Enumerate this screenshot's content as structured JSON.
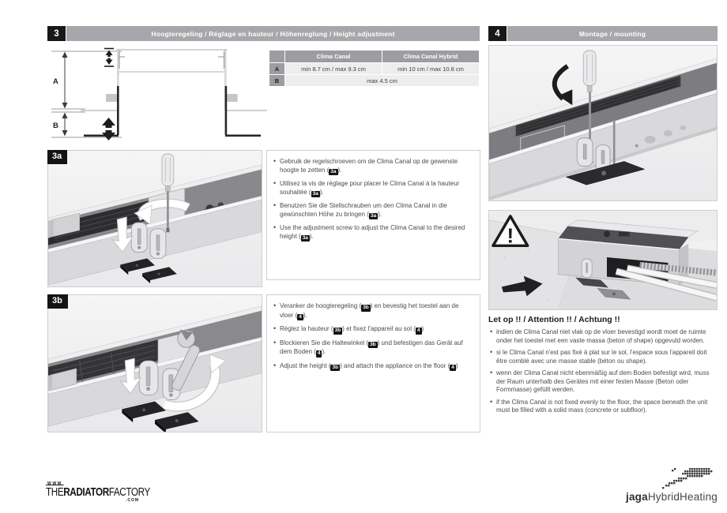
{
  "colors": {
    "header_bar": "#a7a7ab",
    "section_number_bg": "#18181a",
    "table_header_bg": "#9c9ca1",
    "table_cell_bg": "#ededee",
    "badge_bg": "#151517",
    "body_text": "#4b4b4d"
  },
  "sections": {
    "height_adjustment": {
      "number": "3",
      "title": "Hoogteregeling / Réglage en hauteur / Höhenreglung / Height adjustment"
    },
    "mounting": {
      "number": "4",
      "title": "Montage / mounting"
    }
  },
  "diagram": {
    "label_a": "A",
    "label_b": "B"
  },
  "spec_table": {
    "columns": [
      "",
      "Clima Canal",
      "Clima Canal Hybrid"
    ],
    "row_a": {
      "label": "A",
      "clima_canal": "min 8.7 cm / max 9.3 cm",
      "clima_canal_hybrid": "min 10 cm / max 10.8 cm"
    },
    "row_b": {
      "label": "B",
      "value": "max 4.5 cm"
    }
  },
  "figures": {
    "fig3a_label": "3a",
    "fig3b_label": "3b"
  },
  "instructions_3a": [
    "Gebruik de regelschroeven om de Clima Canal op de gewenste hoogte te zetten ([[3a]]).",
    "Utilisez la vis de réglage pour placer le Clima Canal à la hauteur souhaitée ([[3a]]).",
    "Benutzen Sie die Stellschrauben um den Clima Canal in die gewünschten Höhe zu bringen ([[3a]]).",
    "Use the adjustment screw to adjust the Clima Canal to the desired height ([[3a]])."
  ],
  "instructions_3b": [
    "Veranker de hoogteregeling ([[3b]]) en bevestig het toestel aan de vloer ([[4]]).",
    "Réglez la hauteur ([[3b]]) et fixez l'appareil au sol ([[4]])",
    "Blockieren Sie die Haltewinkel ([[3b]]) und befestigen das Gerät auf dem Boden ([[4]]).",
    "Adjust the height ([[3b]]) and attach the appliance on the floor ([[4]])"
  ],
  "warning": {
    "title": "Let op !! / Attention !! / Achtung !!",
    "mark": "!",
    "items": [
      "indien de Clima Canal niet vlak op de vloer bevestigd wordt moet de ruimte onder het toestel met een vaste massa (beton of shape) opgevuld worden.",
      "si le Clima Canal n'est pas fixé à plat sur le sol, l'espace sous l'appareil doit être comblé avec une masse stable (béton ou shape).",
      "wenn der Clima Canal nicht ebenmäßig auf dem Boden befestigt wird, muss der Raum unterhalb des Gerätes mit einer festen Masse (Beton oder Formmasse) gefüllt werden.",
      "if the Clima Canal is not fixed evenly to the floor, the space beneath the unit must be filled with a solid mass (concrete or subfloor)."
    ]
  },
  "footer": {
    "radiator_factory": {
      "www": "WWW",
      "the": "THE",
      "radiator": "RADIATOR",
      "factory": "FACTORY",
      "com": ".COM"
    },
    "jaga": {
      "brand": "jaga",
      "product": "HybridHeating"
    }
  }
}
